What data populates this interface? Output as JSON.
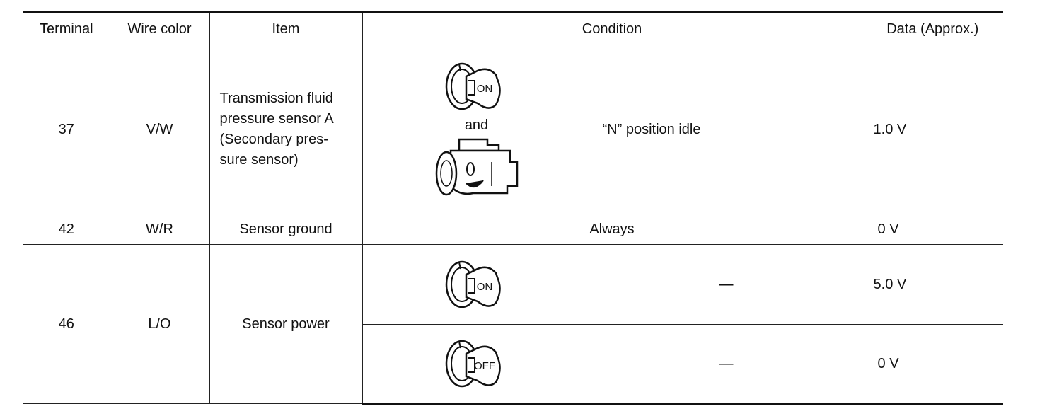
{
  "headers": {
    "terminal": "Terminal",
    "wire_color": "Wire color",
    "item": "Item",
    "condition": "Condition",
    "data": "Data (Approx.)"
  },
  "rows": [
    {
      "terminal": "37",
      "wire_color": "V/W",
      "item_lines": [
        "Transmission fluid",
        "pressure sensor A",
        "(Secondary pres-",
        "sure sensor)"
      ],
      "icon_key_label": "ON",
      "icon_joiner": "and",
      "condition": "“N” position idle",
      "data": "1.0 V"
    },
    {
      "terminal": "42",
      "wire_color": "W/R",
      "item": "Sensor ground",
      "condition": "Always",
      "data": "0 V"
    },
    {
      "terminal": "46",
      "wire_color": "L/O",
      "item": "Sensor power",
      "subrows": [
        {
          "icon_key_label": "ON",
          "condition": "—",
          "data": "5.0 V"
        },
        {
          "icon_key_label": "OFF",
          "condition": "—",
          "data": "0 V"
        }
      ]
    }
  ],
  "icons": {
    "ignition_on": "ignition-key-on-icon",
    "ignition_off": "ignition-key-off-icon",
    "engine_running": "engine-running-icon"
  }
}
